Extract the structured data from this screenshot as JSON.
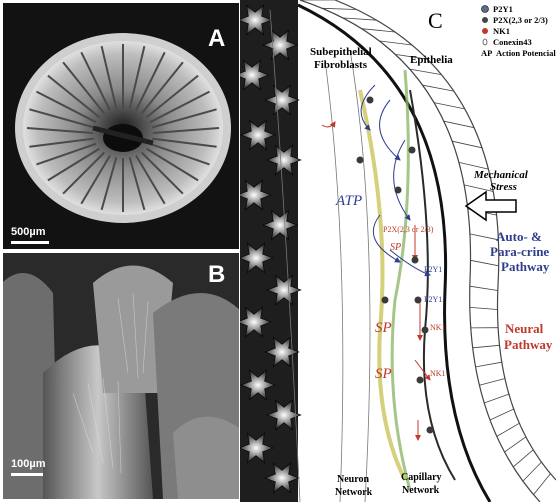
{
  "panel_a": {
    "letter": "A",
    "scale": "500µm"
  },
  "panel_b": {
    "letter": "B",
    "scale": "100µm"
  },
  "panel_c": {
    "letter": "C",
    "legend": [
      {
        "symbol": "P2Y1",
        "label": "P2Y1",
        "color": "#5a6e8c"
      },
      {
        "symbol": "P2X",
        "label": "P2X(2,3 or 2/3)",
        "color": "#444444"
      },
      {
        "symbol": "NK1",
        "label": "NK1",
        "color": "#c0392b"
      },
      {
        "symbol": "Cx43",
        "label": "Conexin43",
        "color": "#555555"
      },
      {
        "symbol": "AP",
        "label": "Action Potencial"
      }
    ],
    "labels": {
      "fibroblasts": "Subepithelial Fibroblasts",
      "epithelia": "Epithelia",
      "mechanical": "Mechanical Stress",
      "atp": "ATP",
      "p2x": "P2X(2,3 or 2/3)",
      "p2y1_a": "P2Y1",
      "p2y1_b": "P2Y1",
      "sp_a": "SP",
      "sp_b": "SP",
      "sp_c": "SP",
      "nk1_a": "NK1",
      "nk1_b": "NK1",
      "auto_para": "Auto- & Para-crine Pathway",
      "neural": "Neural Pathway",
      "neuron": "Neuron Network",
      "capillary": "Capillary Network"
    },
    "colors": {
      "blue": "#2f3d8f",
      "red": "#c0392b",
      "yellow": "#c9c45a",
      "green": "#8fb86a"
    }
  }
}
